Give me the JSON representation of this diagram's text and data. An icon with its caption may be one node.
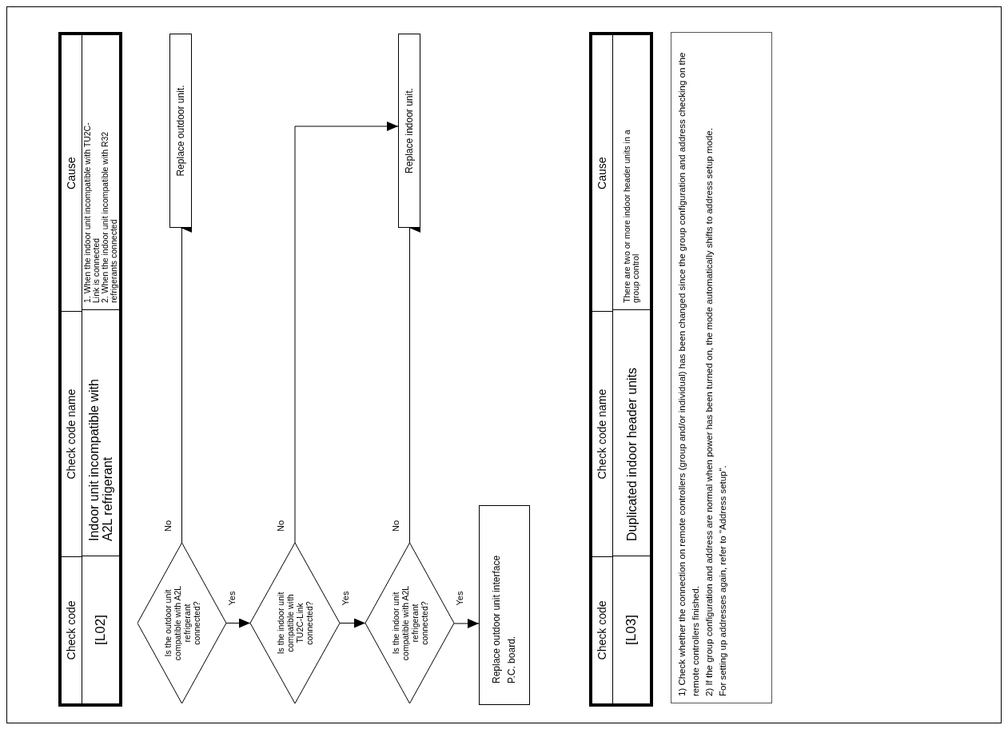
{
  "diagram": {
    "nodes": [
      {
        "text": [
          "Replace outdoor unit."
        ]
      },
      {
        "text": [
          "Is the outdoor unit compatible with A2L refrigerant connected?"
        ]
      },
      {
        "text": [
          "Is the indoor unit compatible with TU2C-Link connected?"
        ]
      },
      {
        "text": [
          "Replace indoor unit."
        ]
      },
      {
        "text": [
          "Is the indoor unit compatible with A2L refrigerant connected?"
        ]
      },
      {
        "text": [
          "Replace outdoor unit interface P.C. board."
        ]
      },
      {
        "text": [
          "1) Check whether the connection on remote controllers (group and/or individual) has been changed since the group configuration and address checking on the remote controllers finished.",
          "2) If the group configuration and address are normal when power has been turned on, the mode automatically shifts to address setup mode.",
          "For setting up addresses again, refer to \"Address setup\"."
        ]
      }
    ],
    "edges": [
      {
        "from": 1,
        "to": 0,
        "arrow": "to",
        "label": "No"
      },
      {
        "from": 1,
        "to": 2,
        "arrow": "to",
        "label": "Yes"
      },
      {
        "from": 2,
        "to": 3,
        "arrow": "to",
        "label": "No"
      },
      {
        "from": 2,
        "to": 4,
        "arrow": "to",
        "label": "Yes"
      },
      {
        "from": 4,
        "to": 3,
        "arrow": "to",
        "label": "No"
      },
      {
        "from": 4,
        "to": 5,
        "arrow": "to",
        "label": "Yes"
      }
    ],
    "labels": [
      "Check code",
      "Check code name",
      "Cause",
      "[L02]",
      "Indoor unit incompatible with A2L refrigerant",
      "1. When the indoor unit incompatible with TU2C-Link is connected",
      "2. When the indoor unit incompatible with R32 refrigerants connected",
      "Check code",
      "Check code name",
      "Cause",
      "[L03]",
      "Duplicated indoor header units",
      "There are two or more indoor header units in a group control"
    ]
  }
}
